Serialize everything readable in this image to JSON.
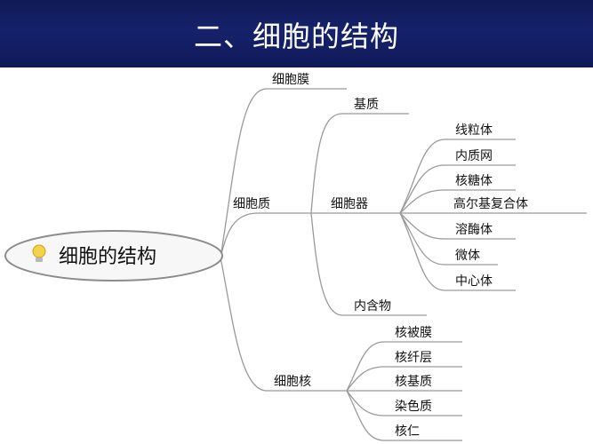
{
  "header": {
    "title": "二、细胞的结构"
  },
  "mindmap": {
    "root": "细胞的结构",
    "membrane": "细胞膜",
    "cytoplasm": {
      "label": "细胞质",
      "matrix": "基质",
      "organelles": {
        "label": "细胞器",
        "items": [
          "线粒体",
          "内质网",
          "核糖体",
          "高尔基复合体",
          "溶酶体",
          "微体",
          "中心体"
        ]
      },
      "inclusion": "内含物"
    },
    "nucleus": {
      "label": "细胞核",
      "items": [
        "核被膜",
        "核纤层",
        "核基质",
        "染色质",
        "核仁"
      ]
    }
  },
  "colors": {
    "header_bg": "#15226b",
    "branch_line": "#9a9a9a",
    "bulb": "#f3d34a"
  }
}
